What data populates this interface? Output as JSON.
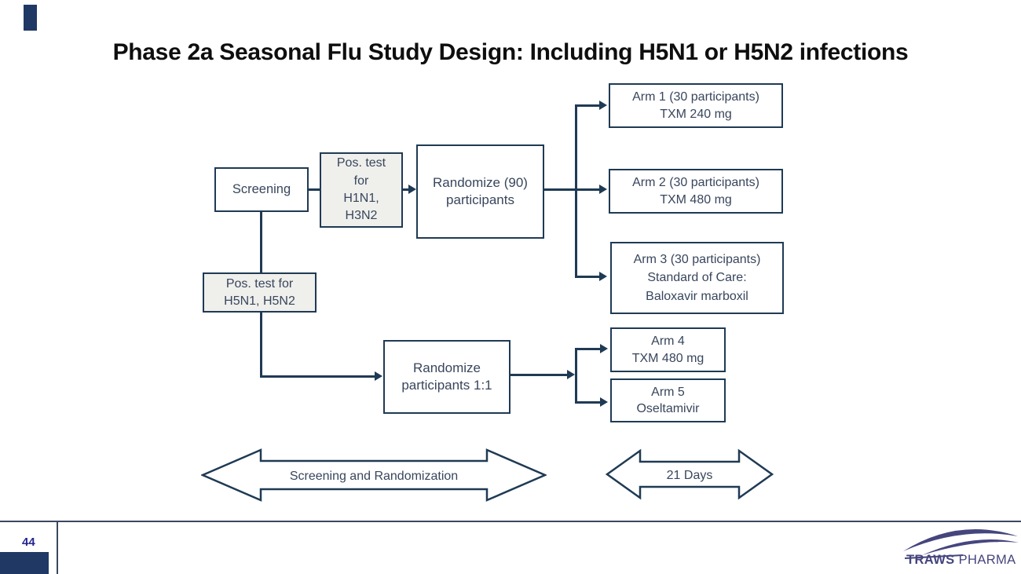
{
  "slide": {
    "title": "Phase 2a Seasonal Flu Study Design: Including H5N1 or H5N2 infections",
    "page_number": "44",
    "logo": {
      "brand_bold": "TRAWS",
      "brand_light": "PHARMA"
    }
  },
  "colors": {
    "line_navy": "#1f3a54",
    "box_text": "#38465c",
    "grey_fill": "#efefec",
    "accent_navy": "#203864",
    "page_number_blue": "#252591",
    "logo_purple": "#45457e"
  },
  "diagram": {
    "boxes": [
      {
        "id": "screening",
        "lines": [
          "Screening"
        ]
      },
      {
        "id": "pos-test-a",
        "lines": [
          "Pos. test",
          "for",
          "H1N1,",
          "H3N2"
        ]
      },
      {
        "id": "randomize-90",
        "lines": [
          "Randomize (90)",
          "participants"
        ]
      },
      {
        "id": "arm-1",
        "lines": [
          "Arm 1 (30 participants)",
          "TXM 240 mg"
        ]
      },
      {
        "id": "arm-2",
        "lines": [
          "Arm 2 (30 participants)",
          "TXM 480 mg"
        ]
      },
      {
        "id": "arm-3",
        "lines": [
          "Arm 3 (30 participants)",
          "Standard of Care:",
          "Baloxavir marboxil"
        ]
      },
      {
        "id": "pos-test-b",
        "lines": [
          "Pos. test for",
          "H5N1, H5N2"
        ]
      },
      {
        "id": "randomize-11",
        "lines": [
          "Randomize",
          "participants 1:1"
        ]
      },
      {
        "id": "arm-4",
        "lines": [
          "Arm 4",
          "TXM 480 mg"
        ]
      },
      {
        "id": "arm-5",
        "lines": [
          "Arm 5",
          "Oseltamivir"
        ]
      }
    ],
    "timeline_arrows": [
      {
        "label": "Screening and Randomization"
      },
      {
        "label": "21 Days"
      }
    ]
  }
}
